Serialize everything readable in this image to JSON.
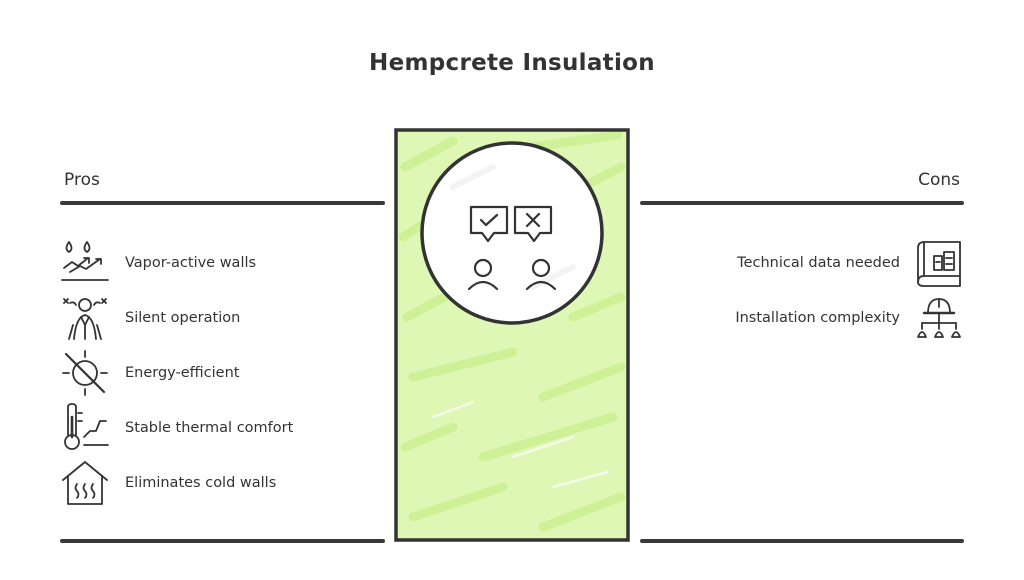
{
  "title": "Hempcrete Insulation",
  "pros": {
    "heading": "Pros",
    "items": [
      {
        "label": "Vapor-active walls",
        "icon": "water-drops-trend-icon"
      },
      {
        "label": "Silent operation",
        "icon": "quiet-person-icon"
      },
      {
        "label": "Energy-efficient",
        "icon": "crossed-sun-icon"
      },
      {
        "label": "Stable thermal comfort",
        "icon": "thermometer-icon"
      },
      {
        "label": "Eliminates cold walls",
        "icon": "heated-house-icon"
      }
    ]
  },
  "cons": {
    "heading": "Cons",
    "items": [
      {
        "label": "Technical data needed",
        "icon": "blueprint-icon"
      },
      {
        "label": "Installation complexity",
        "icon": "hardhat-hierarchy-icon"
      }
    ]
  },
  "center": {
    "icon": "pros-cons-people-icon"
  },
  "colors": {
    "accent": "#d9f7a6",
    "ink": "#333333"
  }
}
